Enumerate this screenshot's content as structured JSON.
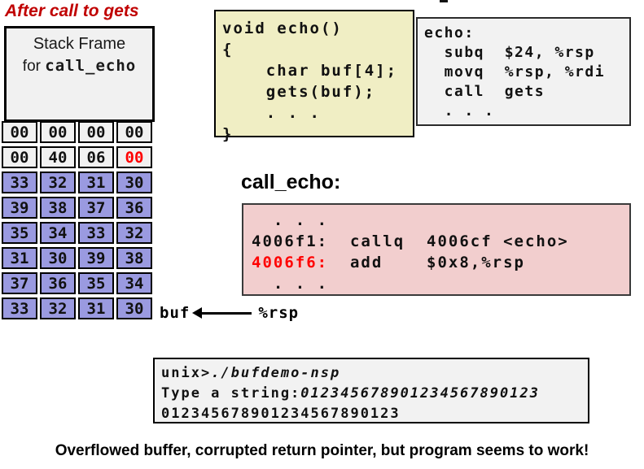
{
  "annotation": "After call to gets",
  "stack_frame": {
    "label_line1": "Stack Frame",
    "label_line2_prefix": "for ",
    "label_line2_func": "call_echo",
    "rows": [
      {
        "cells": [
          "00",
          "00",
          "00",
          "00"
        ]
      },
      {
        "cells": [
          "00",
          "40",
          "06",
          "00"
        ]
      },
      {
        "cells": [
          "33",
          "32",
          "31",
          "30"
        ]
      },
      {
        "cells": [
          "39",
          "38",
          "37",
          "36"
        ]
      },
      {
        "cells": [
          "35",
          "34",
          "33",
          "32"
        ]
      },
      {
        "cells": [
          "31",
          "30",
          "39",
          "38"
        ]
      },
      {
        "cells": [
          "37",
          "36",
          "35",
          "34"
        ]
      },
      {
        "cells": [
          "33",
          "32",
          "31",
          "30"
        ]
      }
    ],
    "pointer": {
      "buf": "buf",
      "rsp": "%rsp"
    }
  },
  "c_code": {
    "line1": "void echo()",
    "line2": "{",
    "line3": "    char buf[4];",
    "line4": "    gets(buf);",
    "line5": "    . . .",
    "line6": "}"
  },
  "echo_asm": {
    "line1": "echo:",
    "line2": "  subq  $24, %rsp",
    "line3": "  movq  %rsp, %rdi",
    "line4": "  call  gets",
    "line5": "  . . ."
  },
  "call_echo": {
    "heading": "call_echo:",
    "dots_top": "  . . .",
    "line1_addr": "4006f1:",
    "line1_code": "  callq  4006cf <echo>",
    "line2_addr": "4006f6:",
    "line2_code": "  add    $0x8,%rsp",
    "dots_bottom": "  . . ."
  },
  "terminal": {
    "line1_prompt": "unix>",
    "line1_command": "./bufdemo-nsp",
    "line2_prompt": "Type a string:",
    "line2_input": "012345678901234567890123",
    "line3_output": "012345678901234567890123"
  },
  "caption": "Overflowed buffer, corrupted return pointer, but program seems to work!",
  "colors": {
    "annotation_red": "#C00000",
    "highlight_red": "#FF0000",
    "purple_cell": "#9A9AE0",
    "plain_cell": "#F1F1F1",
    "c_code_yellow": "#F0EEC4",
    "asm_gray": "#F2F2F2",
    "call_echo_pink": "#F2CECE"
  }
}
